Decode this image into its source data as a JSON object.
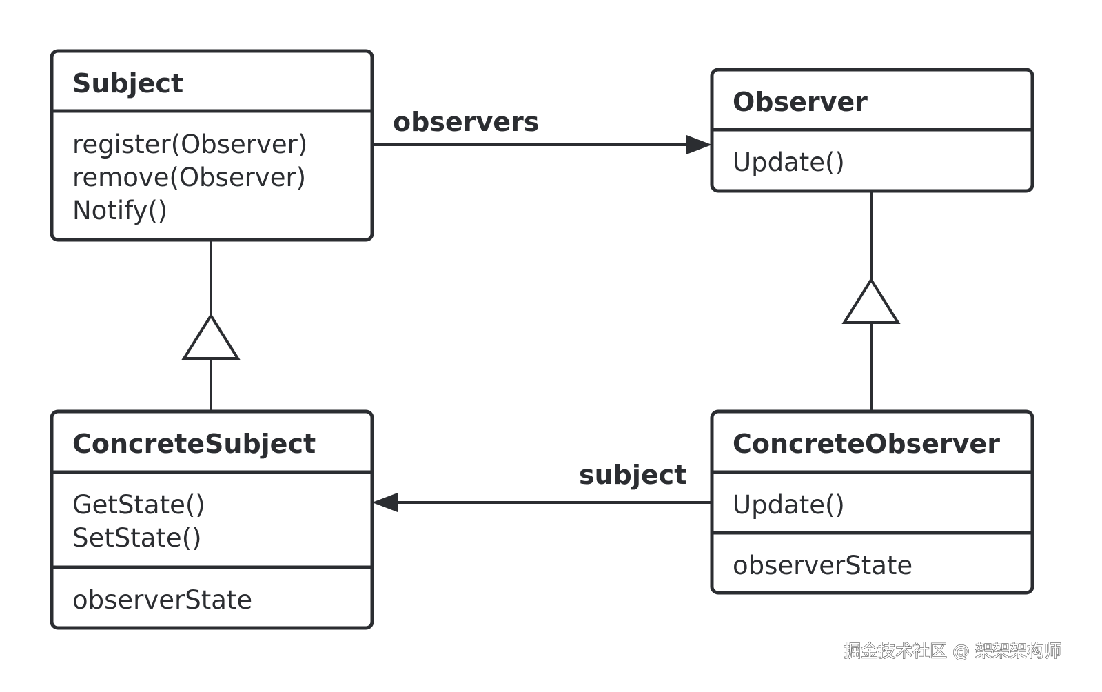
{
  "classes": {
    "subject": {
      "name": "Subject",
      "methods": [
        "register(Observer)",
        "remove(Observer)",
        "Notify()"
      ]
    },
    "observer": {
      "name": "Observer",
      "methods": [
        "Update()"
      ]
    },
    "concrete_subject": {
      "name": "ConcreteSubject",
      "methods": [
        "GetState()",
        "SetState()"
      ],
      "attributes": [
        "observerState"
      ]
    },
    "concrete_observer": {
      "name": "ConcreteObserver",
      "methods": [
        "Update()"
      ],
      "attributes": [
        "observerState"
      ]
    }
  },
  "associations": {
    "observers_label": "observers",
    "subject_label": "subject"
  },
  "watermark": "掘金技术社区 @ 架架架构师"
}
